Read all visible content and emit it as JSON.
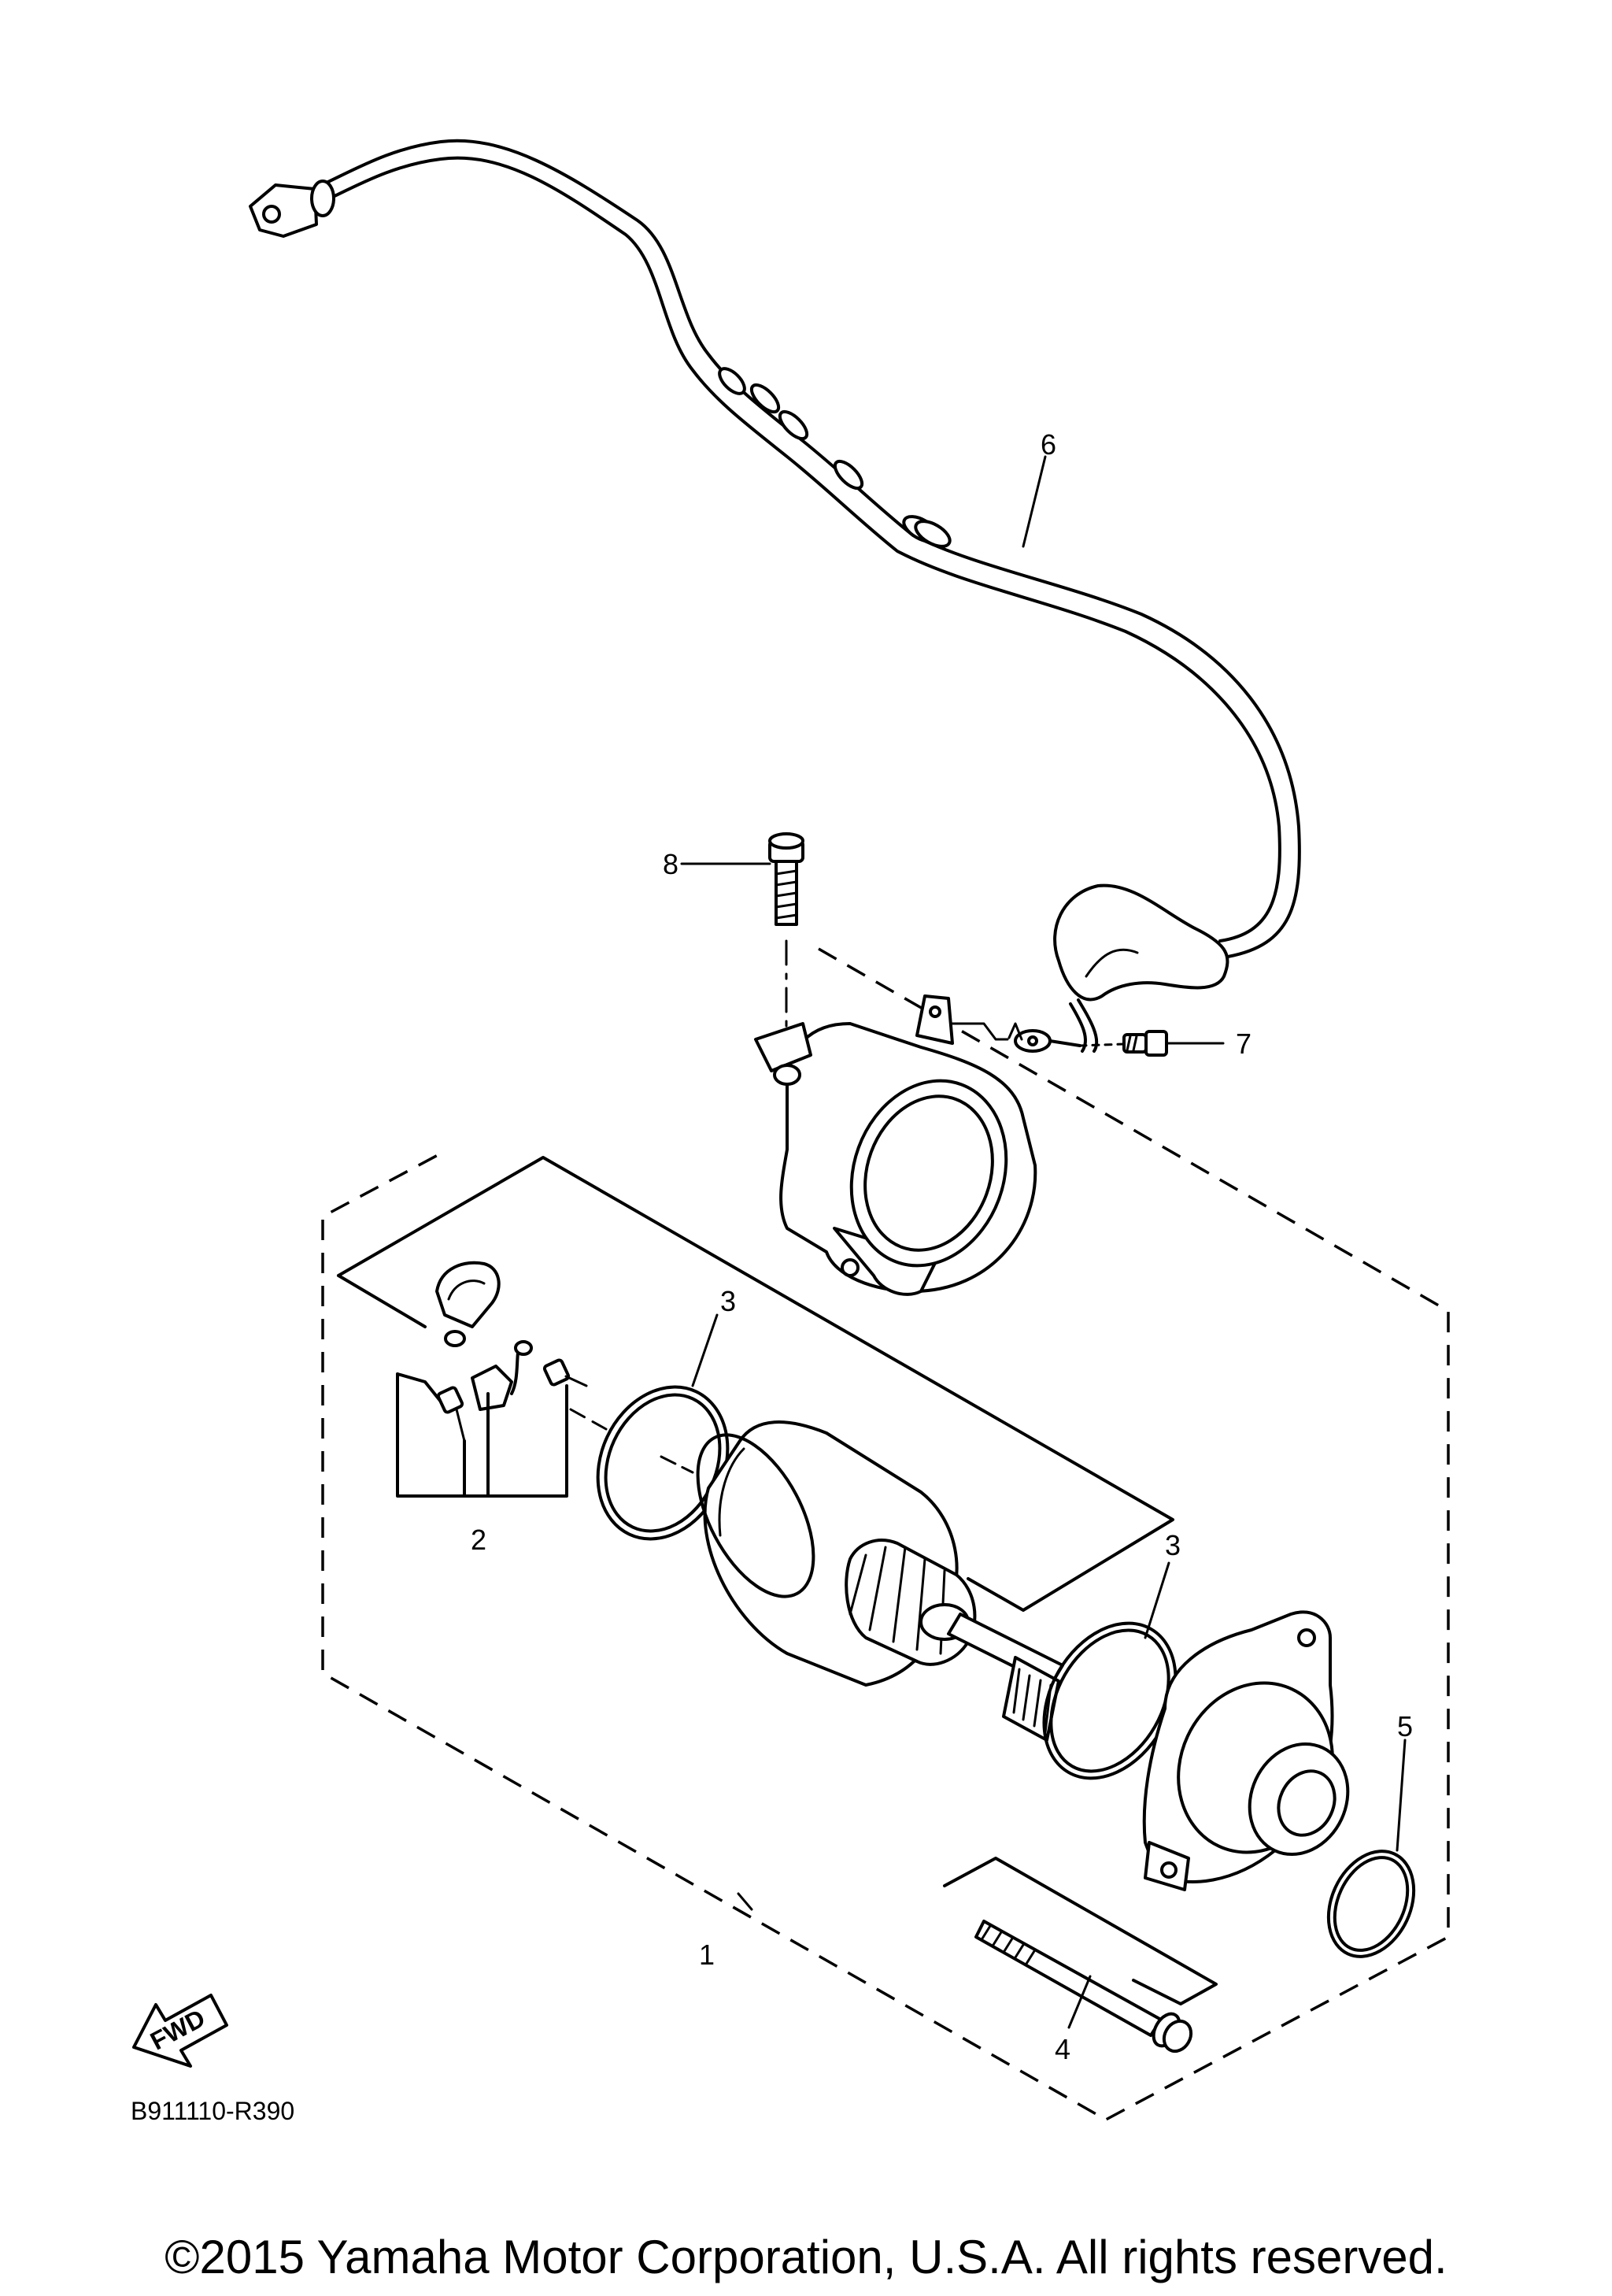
{
  "callouts": [
    "1",
    "2",
    "3",
    "3",
    "4",
    "5",
    "6",
    "7",
    "8"
  ],
  "fwd_label": "FWD",
  "diagram_code": "B911110-R390",
  "copyright": "©2015 Yamaha Motor Corporation, U.S.A. All rights reserved."
}
